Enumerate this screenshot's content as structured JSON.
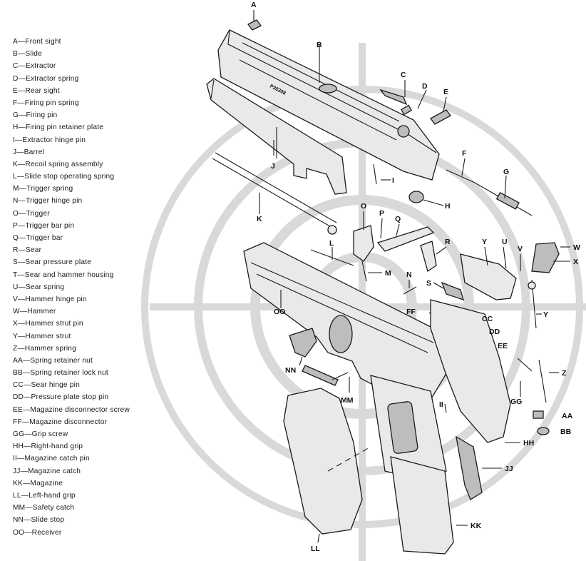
{
  "legend": [
    "A—Front sight",
    "B—Slide",
    "C—Extractor",
    "D—Extractor spring",
    "E—Rear sight",
    "F—Firing pin spring",
    "G—Firing pin",
    "H—Firing pin retainer plate",
    "I—Extractor hinge pin",
    "J—Barrel",
    "K—Recoil spring assembly",
    "L—Slide stop operating spring",
    "M—Trigger spring",
    "N—Trigger hinge pin",
    "O—Trigger",
    "P—Trigger bar pin",
    "Q—Trigger bar",
    "R—Sear",
    "S—Sear pressure plate",
    "T—Sear and hammer housing",
    "U—Sear spring",
    "V—Hammer hinge pin",
    "W—Hammer",
    "X—Hammer strut pin",
    "Y—Hammer strut",
    "Z—Hammer spring",
    "AA—Spring retainer nut",
    "BB—Spring retainer lock nut",
    "CC—Sear hinge pin",
    "DD—Pressure plate stop pin",
    "EE—Magazine disconnector screw",
    "FF—Magazine disconnector",
    "GG—Grip screw",
    "HH—Right-hand grip",
    "II—Magazine catch pin",
    "JJ—Magazine catch",
    "KK—Magazine",
    "LL—Left-hand grip",
    "MM—Safety catch",
    "NN—Slide stop",
    "OO—Receiver"
  ],
  "callouts": {
    "A": "A",
    "B": "B",
    "C": "C",
    "D": "D",
    "E": "E",
    "F": "F",
    "G": "G",
    "H": "H",
    "I": "I",
    "J": "J",
    "K": "K",
    "L": "L",
    "M": "M",
    "N": "N",
    "O": "O",
    "P": "P",
    "Q": "Q",
    "R": "R",
    "S": "S",
    "U": "U",
    "V": "V",
    "W": "W",
    "X": "X",
    "Y1": "Y",
    "Y2": "Y",
    "Z": "Z",
    "AA": "AA",
    "BB": "BB",
    "CC": "CC",
    "DD": "DD",
    "EE": "EE",
    "FF": "FF",
    "GG": "GG",
    "HH": "HH",
    "II": "II",
    "JJ": "JJ",
    "KK": "KK",
    "LL": "LL",
    "MM": "MM",
    "NN": "NN",
    "OO": "OO"
  },
  "slide_marking": "P38308"
}
